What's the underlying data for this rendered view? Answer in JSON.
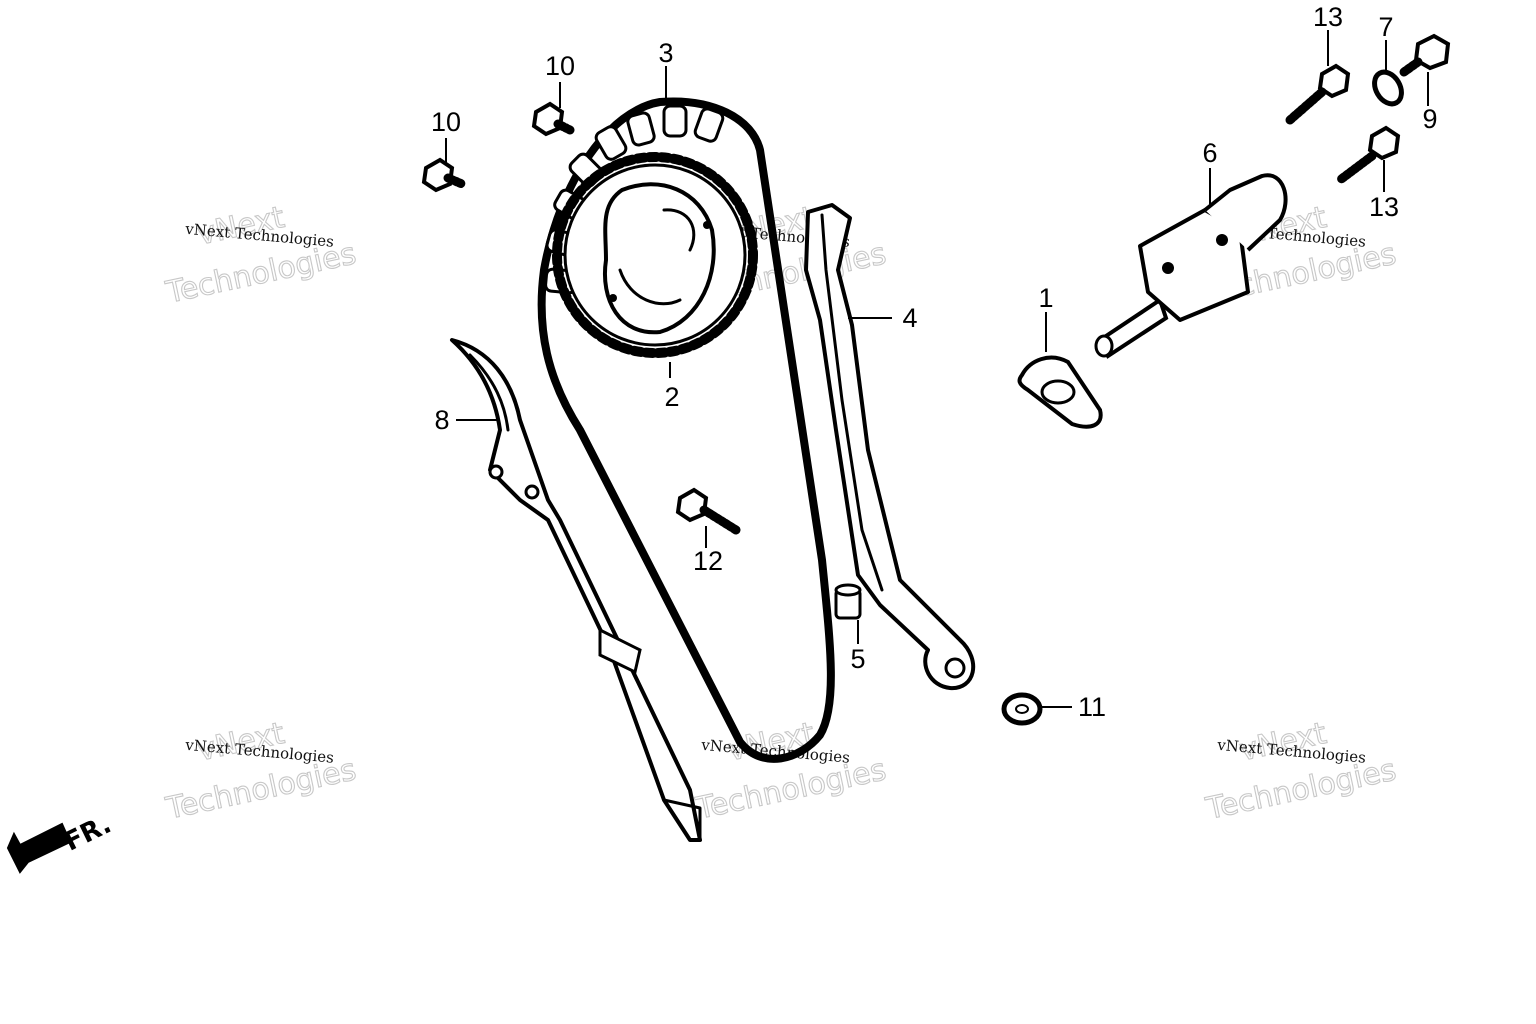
{
  "callouts": {
    "c1": "1",
    "c2": "2",
    "c3": "3",
    "c4": "4",
    "c5": "5",
    "c6": "6",
    "c7": "7",
    "c8": "8",
    "c9": "9",
    "c10a": "10",
    "c10b": "10",
    "c11": "11",
    "c12": "12",
    "c13a": "13",
    "c13b": "13"
  },
  "watermark": {
    "brand": "vNext",
    "word": "Technologies",
    "full": "vNext Technologies"
  },
  "direction": {
    "label": "FR."
  },
  "ink_color": "#000000",
  "watermark_color": "#c8c8c8"
}
